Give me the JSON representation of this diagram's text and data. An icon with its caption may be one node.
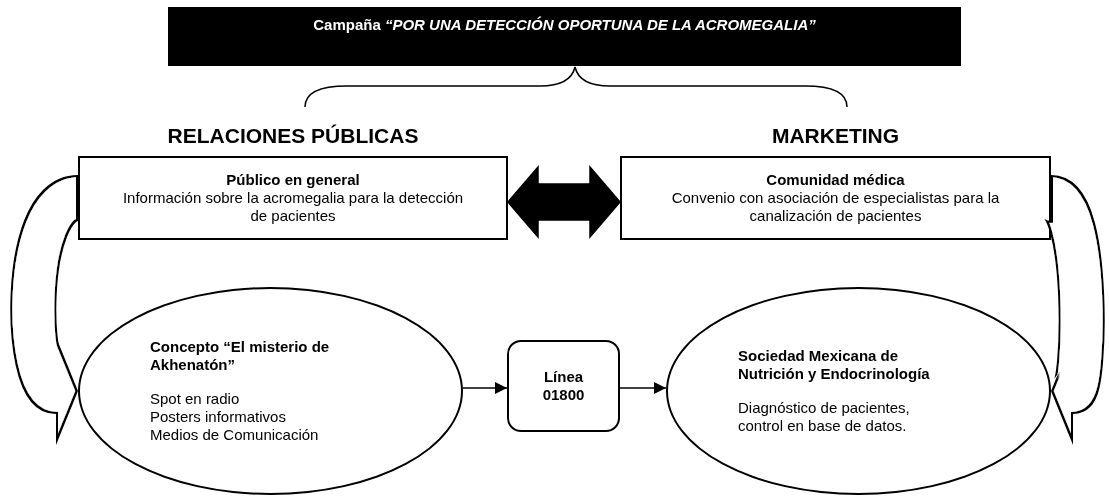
{
  "diagram": {
    "nodes": [
      {
        "text": [
          "Campaña *“POR UNA DETECCIÓN OPORTUNA DE LA ACROMEGALIA”*"
        ]
      },
      {
        "text": [
          "RELACIONES PÚBLICAS",
          "Público en general",
          "Información sobre la acromegalia para la detección de pacientes"
        ]
      },
      {
        "text": [
          "MARKETING",
          "Comunidad médica",
          "Convenio con asociación de especialistas para la canalización de pacientes"
        ]
      },
      {
        "text": [
          "Concepto “El misterio de Akhenatón”",
          "Spot en radio",
          "Posters informativos",
          "Medios de Comunicación"
        ]
      },
      {
        "text": [
          "Línea 01800"
        ]
      },
      {
        "text": [
          "Sociedad Mexicana de Nutrición y Endocrinología",
          "Diagnóstico de pacientes, control en base de datos."
        ]
      }
    ],
    "edges": [
      {
        "from": 1,
        "to": 2,
        "arrow": "both",
        "style": "thick"
      },
      {
        "from": 1,
        "to": 3,
        "arrow": "to",
        "style": "thick"
      },
      {
        "from": 2,
        "to": 5,
        "arrow": "to",
        "style": "thick"
      },
      {
        "from": 3,
        "to": 4,
        "arrow": "to"
      },
      {
        "from": 4,
        "to": 5,
        "arrow": "to"
      }
    ]
  }
}
